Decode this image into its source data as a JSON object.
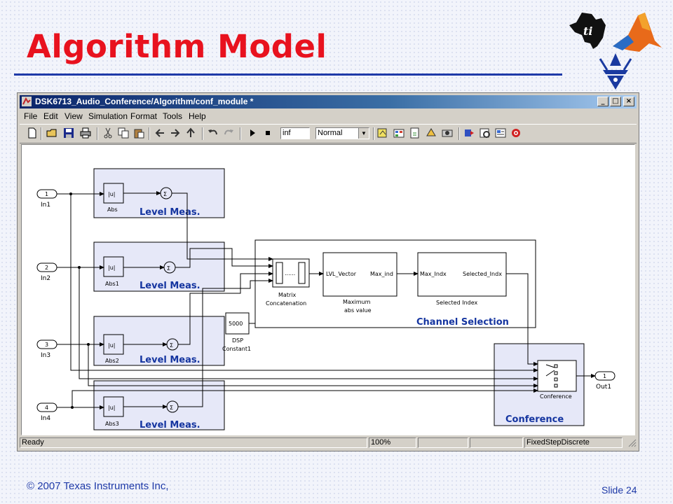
{
  "slide": {
    "title": "Algorithm Model",
    "footer_copyright": "© 2007 Texas Instruments Inc,",
    "footer_slide": "Slide 24"
  },
  "window": {
    "title": "DSK6713_Audio_Conference/Algorithm/conf_module *",
    "controls": {
      "minimize": "_",
      "maximize": "□",
      "close": "×"
    },
    "menu": [
      "File",
      "Edit",
      "View",
      "Simulation",
      "Format",
      "Tools",
      "Help"
    ],
    "toolbar": {
      "icons": [
        "new-icon",
        "open-icon",
        "save-icon",
        "print-icon",
        "cut-icon",
        "copy-icon",
        "paste-icon",
        "back-icon",
        "forward-icon",
        "up-icon",
        "undo-icon",
        "redo-icon",
        "run-icon",
        "stop-icon",
        "build-icon",
        "library-icon",
        "update-icon",
        "model-explorer-icon",
        "debug-icon",
        "profile-icon",
        "properties-icon",
        "doc-icon",
        "target-icon"
      ],
      "stop_time": "inf",
      "sim_mode": "Normal"
    },
    "status": {
      "ready": "Ready",
      "zoom": "100%",
      "solver": "FixedStepDiscrete"
    }
  },
  "diagram": {
    "inports": [
      {
        "num": "1",
        "name": "In1"
      },
      {
        "num": "2",
        "name": "In2"
      },
      {
        "num": "3",
        "name": "In3"
      },
      {
        "num": "4",
        "name": "In4"
      }
    ],
    "level_meas": [
      {
        "abs_name": "Abs",
        "label": "Level  Meas."
      },
      {
        "abs_name": "Abs1",
        "label": "Level  Meas."
      },
      {
        "abs_name": "Abs2",
        "label": "Level  Meas."
      },
      {
        "abs_name": "Abs3",
        "label": "Level  Meas."
      }
    ],
    "abs_symbol": "|u|",
    "sum_symbol": "Σ",
    "matrix_concat": {
      "line1": "Matrix",
      "line2": "Concatenation",
      "dots": "......"
    },
    "maximum": {
      "in_port": "LVL_Vector",
      "out_port": "Max_ind",
      "line1": "Maximum",
      "line2": "abs value"
    },
    "selected_index": {
      "in_port": "Max_Indx",
      "out_port": "Selected_Indx",
      "label": "Selected Index"
    },
    "channel_selection_label": "Channel Selection",
    "dsp_constant": {
      "value": "5000",
      "line1": "DSP",
      "line2": "Constant1"
    },
    "conference": {
      "inner_label": "Conference",
      "label": "Conference"
    },
    "outport": {
      "num": "1",
      "name": "Out1"
    }
  },
  "colors": {
    "title_red": "#e8121e",
    "accent_blue": "#1f3aa8",
    "subsystem_fill": "#e6e8f8",
    "titlebar_dark": "#0a246a"
  }
}
